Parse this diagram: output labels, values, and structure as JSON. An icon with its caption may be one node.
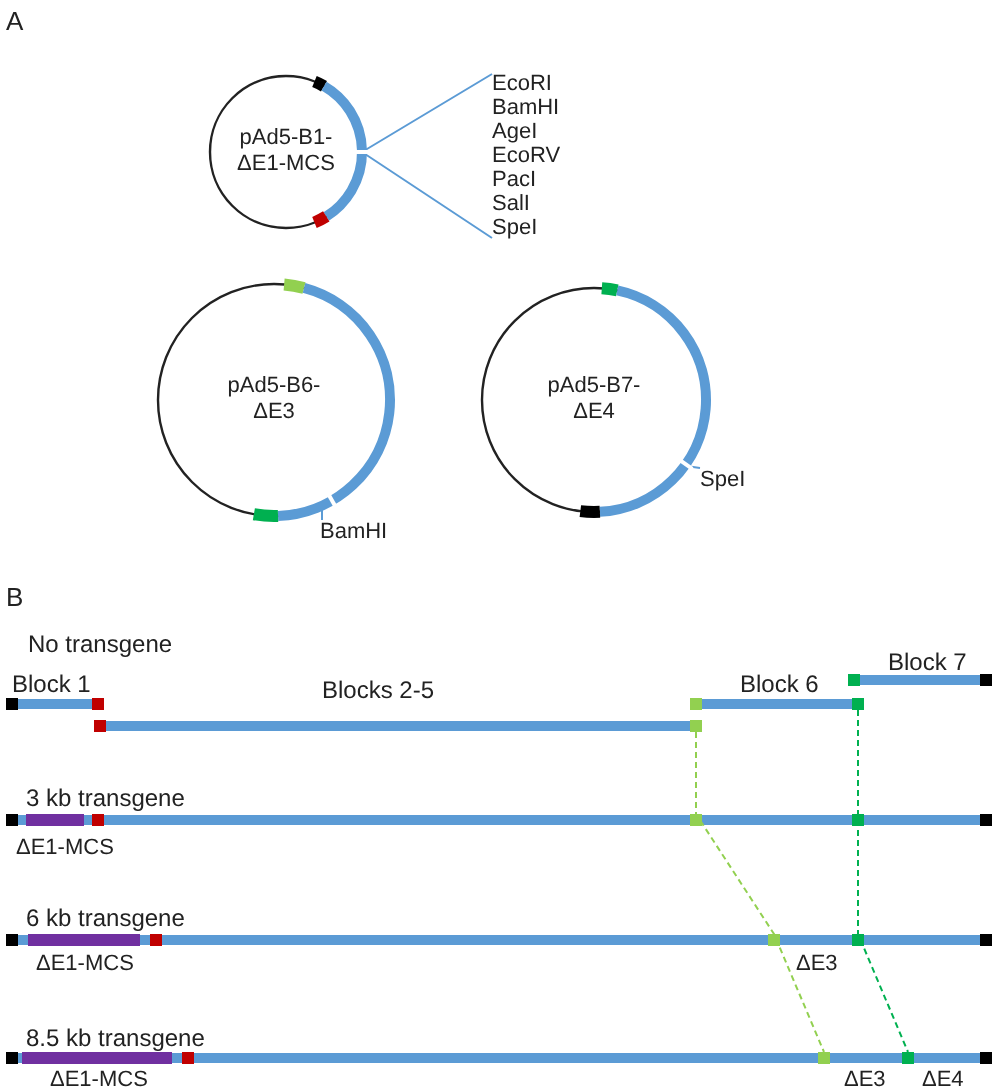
{
  "diagram": {
    "nodes": [
      {
        "text": [
          "pAd5-B1- ΔE1-MCS"
        ]
      },
      {
        "text": [
          "EcoRI",
          "BamHI",
          "AgeI",
          "EcoRV",
          "PacI",
          "SalI",
          "SpeI"
        ]
      },
      {
        "text": [
          "pAd5-B6- ΔE3"
        ]
      },
      {
        "text": [
          "BamHI"
        ]
      },
      {
        "text": [
          "pAd5-B7- ΔE4"
        ]
      },
      {
        "text": [
          "SpeI"
        ]
      }
    ],
    "edges": [
      {
        "from": 0,
        "to": 1,
        "arrow": "none"
      },
      {
        "from": 3,
        "to": null,
        "arrow": "none"
      },
      {
        "from": 5,
        "to": null,
        "arrow": "none"
      }
    ],
    "labels": [
      "A",
      "B",
      "No transgene",
      "Block 1",
      "Blocks 2-5",
      "Block 6",
      "Block 7",
      "3 kb transgene",
      "ΔE1-MCS",
      "6 kb transgene",
      "ΔE1-MCS",
      "ΔE3",
      "8.5 kb transgene",
      "ΔE1-MCS",
      "ΔE3",
      "ΔE4"
    ]
  }
}
